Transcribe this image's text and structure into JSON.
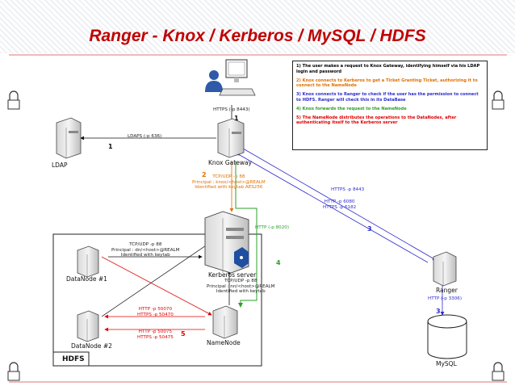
{
  "title": "Ranger - Knox / Kerberos / MySQL / HDFS",
  "steps": [
    {
      "text": "1) The user makes a request to Knox Gateway, identifying himself via his LDAP login and password",
      "color": "#000000"
    },
    {
      "text": "2) Knox connects to Kerberos to get a Ticket Granting Ticket, authorizing it to connect to the NameNode",
      "color": "#e07000"
    },
    {
      "text": "3) Knox connects to Ranger to check if the user has the permission to connect to HDFS. Ranger will check this in its DataBase",
      "color": "#2b2bd0"
    },
    {
      "text": "4) Knox forwards the request to the NameNode",
      "color": "#2aa02a"
    },
    {
      "text": "5) The NameNode distributes the operations to the DataNodes, after authenticating itself to the Kerberos server",
      "color": "#e00000"
    }
  ],
  "nodes": {
    "ldap": "LDAP",
    "knox": "Knox Gateway",
    "kerberos": "Kerberos server",
    "ranger": "Ranger",
    "mysql": "MySQL",
    "datanode1": "DataNode #1",
    "datanode2": "DataNode #2",
    "namenode": "NameNode",
    "hdfs": "HDFS"
  },
  "labels": {
    "user_https": "HTTPS (-p 8443)",
    "ldaps": "LDAPS (-p 636)",
    "knox_kerberos": [
      "TCP/UDP -p 88",
      "Principal : knox/<host>@REALM",
      "Identified with keytab AES256"
    ],
    "knox_ranger": [
      "HTTPS -p 8443"
    ],
    "knox_namenode_http": "HTTP (-p 8020)",
    "ranger_hdfs": [
      "HTTP -p 6080",
      "HTTPS -p 6182"
    ],
    "ranger_mysql": "HTTP (-p 3306)",
    "dn1_kerberos": [
      "TCP/UDP -p 88",
      "Principal : dn/<host>@REALM",
      "Identified with keytab"
    ],
    "nn_kerberos": [
      "TCP/UDP -p 88",
      "Principal : nn/<host>@REALM",
      "Identified with keytab"
    ],
    "nn_dn_upper": [
      "HTTP -p 50070",
      "HTTPS -p 50470"
    ],
    "nn_dn_lower": [
      "HTTP -p 50075",
      "HTTPS -p 50475"
    ]
  },
  "numbers": {
    "one_a": "1",
    "one_b": "1",
    "two": "2",
    "three_a": "3",
    "three_b": "3",
    "four": "4",
    "five": "5"
  },
  "colors": {
    "title": "#c00000",
    "orange": "#e07000",
    "blue": "#2b2bd0",
    "green": "#2aa02a",
    "red": "#e00000"
  },
  "icons": [
    "user-icon",
    "computer-icon",
    "server-icon",
    "database-icon",
    "lock-icon",
    "key-icon"
  ]
}
